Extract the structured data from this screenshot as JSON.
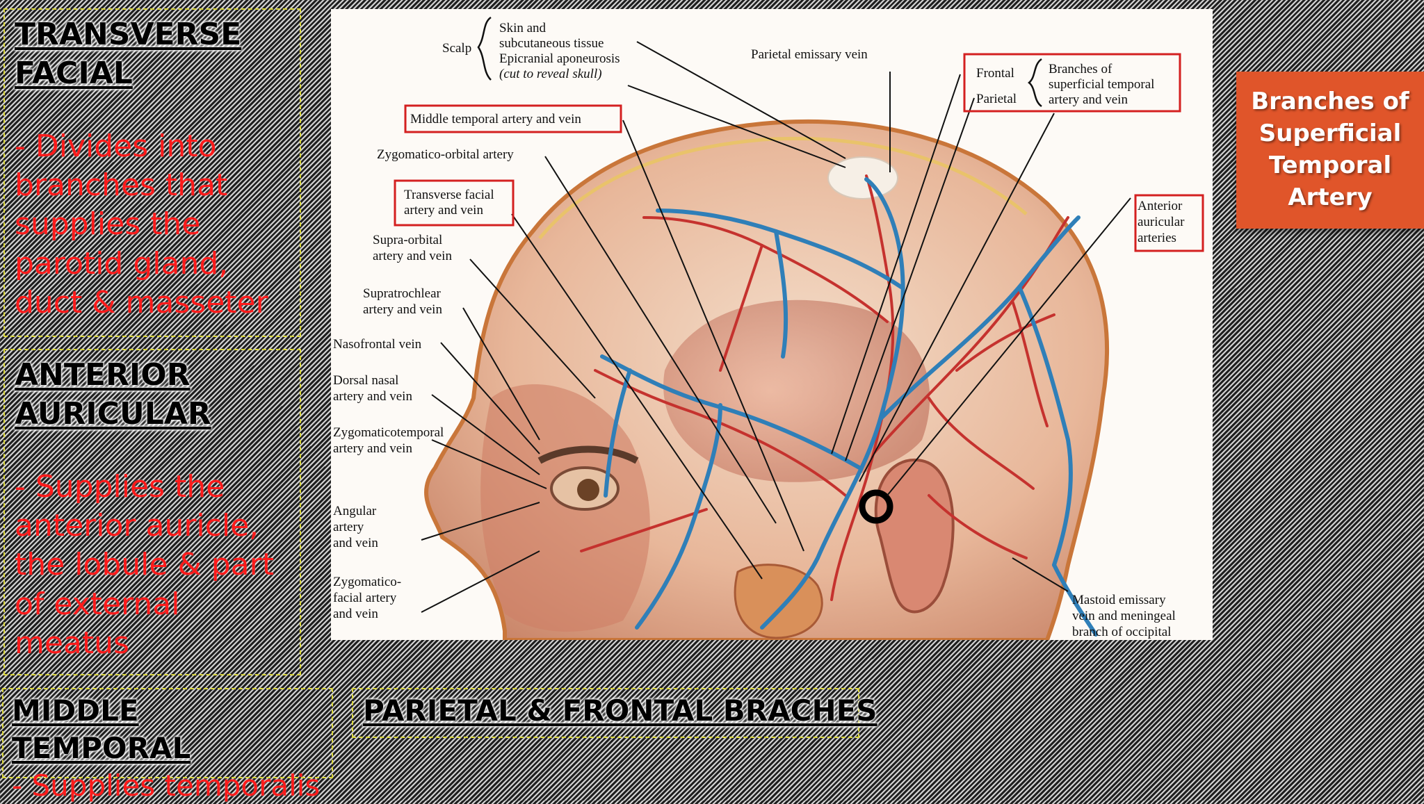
{
  "boxes": {
    "transverse_facial": {
      "heading": "TRANSVERSE FACIAL",
      "body": "- Divides into branches that supplies the parotid gland, duct & masseter"
    },
    "anterior_auricular": {
      "heading": "ANTERIOR AURICULAR",
      "body": "- Supplies the anterior auricle, the lobule & part of external meatus"
    },
    "middle_temporal": {
      "heading": "MIDDLE TEMPORAL",
      "body": "- Supplies temporalis"
    },
    "parietal_frontal": {
      "heading": "PARIETAL & FRONTAL BRACHES"
    }
  },
  "callout": {
    "text": "Branches of Superficial Temporal Artery",
    "color": "#e0552a"
  },
  "figure": {
    "labels": {
      "scalp": "Scalp",
      "skin": "Skin and",
      "subcutaneous": "subcutaneous tissue",
      "epicranial": "Epicranial aponeurosis",
      "cut": "(cut to reveal skull)",
      "parietal_emissary": "Parietal emissary vein",
      "frontal": "Frontal",
      "parietal": "Parietal",
      "branches_1": "Branches of",
      "branches_2": "superficial temporal",
      "branches_3": "artery and vein",
      "middle_temporal": "Middle temporal artery and vein",
      "zygomatico_orbital": "Zygomatico-orbital artery",
      "transverse_1": "Transverse facial",
      "transverse_2": "artery and vein",
      "supraorbital_1": "Supra-orbital",
      "supraorbital_2": "artery and vein",
      "supratrochlear_1": "Supratrochlear",
      "supratrochlear_2": "artery and vein",
      "nasofrontal": "Nasofrontal vein",
      "dorsal_1": "Dorsal nasal",
      "dorsal_2": "artery and vein",
      "zygotemporal_1": "Zygomaticotemporal",
      "zygotemporal_2": "artery and vein",
      "angular_1": "Angular",
      "angular_2": "artery",
      "angular_3": "and vein",
      "zygofacial_1": "Zygomatico-",
      "zygofacial_2": "facial artery",
      "zygofacial_3": "and vein",
      "anterior_1": "Anterior",
      "anterior_2": "auricular",
      "anterior_3": "arteries",
      "mastoid_1": "Mastoid emissary",
      "mastoid_2": "vein and meningeal",
      "mastoid_3": "branch of occipital"
    },
    "highlight_color": "#d42020"
  }
}
